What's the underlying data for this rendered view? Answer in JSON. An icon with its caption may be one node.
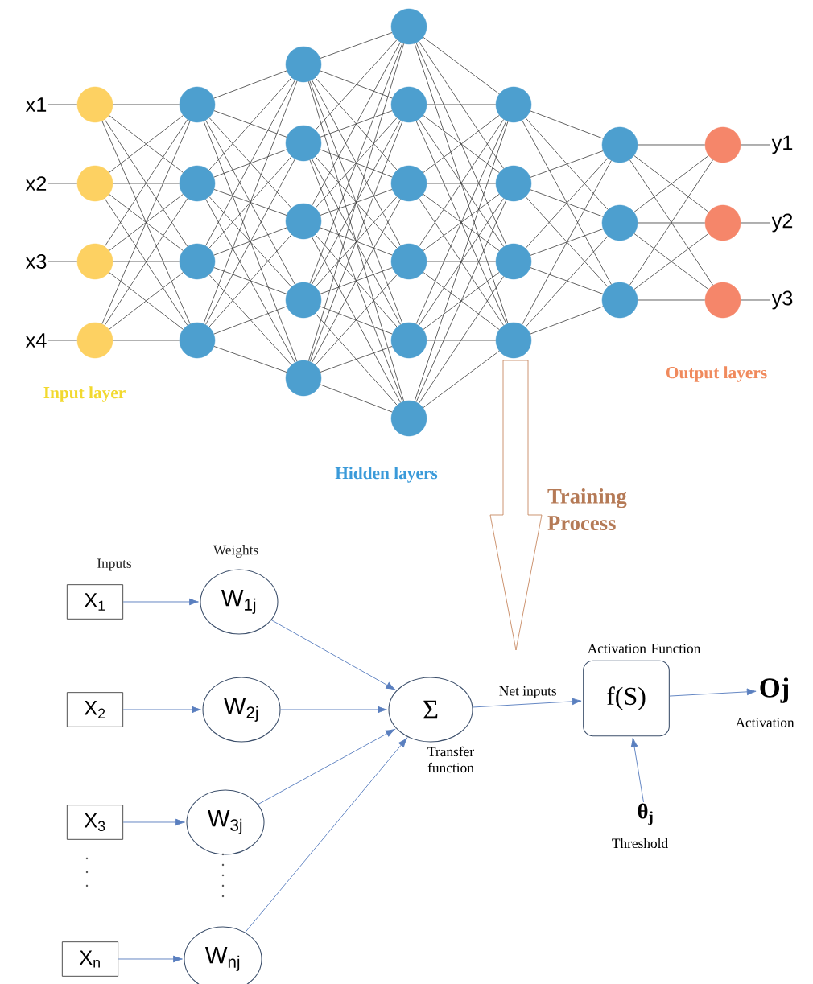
{
  "diagram": {
    "nodes": [
      {
        "text": [
          "x1"
        ]
      },
      {
        "text": [
          "x2"
        ]
      },
      {
        "text": [
          "x3"
        ]
      },
      {
        "text": [
          "x4"
        ]
      },
      {
        "text": [
          "y1"
        ]
      },
      {
        "text": [
          "y2"
        ]
      },
      {
        "text": [
          "y3"
        ]
      },
      {
        "text": [],
        "shape": "circle"
      },
      {
        "text": [],
        "shape": "circle"
      },
      {
        "text": [],
        "shape": "circle"
      },
      {
        "text": [],
        "shape": "circle"
      },
      {
        "text": [],
        "shape": "circle"
      },
      {
        "text": [],
        "shape": "circle"
      },
      {
        "text": [],
        "shape": "circle"
      },
      {
        "text": [],
        "shape": "circle"
      },
      {
        "text": [],
        "shape": "circle"
      },
      {
        "text": [],
        "shape": "circle"
      },
      {
        "text": [],
        "shape": "circle"
      },
      {
        "text": [],
        "shape": "circle"
      },
      {
        "text": [],
        "shape": "circle"
      },
      {
        "text": [],
        "shape": "circle"
      },
      {
        "text": [],
        "shape": "circle"
      },
      {
        "text": [],
        "shape": "circle"
      },
      {
        "text": [],
        "shape": "circle"
      },
      {
        "text": [],
        "shape": "circle"
      },
      {
        "text": [],
        "shape": "circle"
      },
      {
        "text": [],
        "shape": "circle"
      },
      {
        "text": [],
        "shape": "circle"
      },
      {
        "text": [],
        "shape": "circle"
      },
      {
        "text": [],
        "shape": "circle"
      },
      {
        "text": [],
        "shape": "circle"
      },
      {
        "text": [],
        "shape": "circle"
      },
      {
        "text": [],
        "shape": "circle"
      },
      {
        "text": [],
        "shape": "circle"
      },
      {
        "text": [],
        "shape": "circle"
      },
      {
        "text": [],
        "shape": "circle"
      },
      {
        "text": [
          "X$_{1}$"
        ]
      },
      {
        "text": [
          "W$_{1j}$"
        ]
      },
      {
        "text": [
          "X$_{2}$"
        ]
      },
      {
        "text": [
          "W$_{2j}$"
        ]
      },
      {
        "text": [
          "Σ"
        ],
        "beside": [
          "Transfer function"
        ]
      },
      {
        "text": [
          "f(S)"
        ],
        "beside": [
          "Activation Function"
        ]
      },
      {
        "text": [
          "Oj"
        ],
        "beside": [
          "Activation"
        ]
      },
      {
        "text": [
          "X$_{3}$"
        ]
      },
      {
        "text": [
          "W$_{3j}$"
        ]
      },
      {
        "text": [
          "θ$_{j}$"
        ],
        "beside": [
          "Threshold"
        ]
      },
      {
        "text": [
          "X$_{n}$"
        ]
      },
      {
        "text": [
          "W$_{nj}$"
        ]
      }
    ],
    "edges": [
      {
        "from": 0,
        "to": 7,
        "arrow": "none"
      },
      {
        "from": 1,
        "to": 8,
        "arrow": "none"
      },
      {
        "from": 2,
        "to": 9,
        "arrow": "none"
      },
      {
        "from": 3,
        "to": 10,
        "arrow": "none"
      },
      {
        "from": 7,
        "to": 11,
        "arrow": "none"
      },
      {
        "from": 7,
        "to": 12,
        "arrow": "none"
      },
      {
        "from": 7,
        "to": 13,
        "arrow": "none"
      },
      {
        "from": 7,
        "to": 14,
        "arrow": "none"
      },
      {
        "from": 8,
        "to": 11,
        "arrow": "none"
      },
      {
        "from": 8,
        "to": 12,
        "arrow": "none"
      },
      {
        "from": 8,
        "to": 13,
        "arrow": "none"
      },
      {
        "from": 8,
        "to": 14,
        "arrow": "none"
      },
      {
        "from": 9,
        "to": 11,
        "arrow": "none"
      },
      {
        "from": 9,
        "to": 12,
        "arrow": "none"
      },
      {
        "from": 9,
        "to": 13,
        "arrow": "none"
      },
      {
        "from": 9,
        "to": 14,
        "arrow": "none"
      },
      {
        "from": 10,
        "to": 11,
        "arrow": "none"
      },
      {
        "from": 10,
        "to": 12,
        "arrow": "none"
      },
      {
        "from": 10,
        "to": 13,
        "arrow": "none"
      },
      {
        "from": 10,
        "to": 14,
        "arrow": "none"
      },
      {
        "from": 11,
        "to": 15,
        "arrow": "none"
      },
      {
        "from": 11,
        "to": 16,
        "arrow": "none"
      },
      {
        "from": 11,
        "to": 17,
        "arrow": "none"
      },
      {
        "from": 11,
        "to": 18,
        "arrow": "none"
      },
      {
        "from": 11,
        "to": 19,
        "arrow": "none"
      },
      {
        "from": 12,
        "to": 15,
        "arrow": "none"
      },
      {
        "from": 12,
        "to": 16,
        "arrow": "none"
      },
      {
        "from": 12,
        "to": 17,
        "arrow": "none"
      },
      {
        "from": 12,
        "to": 18,
        "arrow": "none"
      },
      {
        "from": 12,
        "to": 19,
        "arrow": "none"
      },
      {
        "from": 13,
        "to": 15,
        "arrow": "none"
      },
      {
        "from": 13,
        "to": 16,
        "arrow": "none"
      },
      {
        "from": 13,
        "to": 17,
        "arrow": "none"
      },
      {
        "from": 13,
        "to": 18,
        "arrow": "none"
      },
      {
        "from": 13,
        "to": 19,
        "arrow": "none"
      },
      {
        "from": 14,
        "to": 15,
        "arrow": "none"
      },
      {
        "from": 14,
        "to": 16,
        "arrow": "none"
      },
      {
        "from": 14,
        "to": 17,
        "arrow": "none"
      },
      {
        "from": 14,
        "to": 18,
        "arrow": "none"
      },
      {
        "from": 14,
        "to": 19,
        "arrow": "none"
      },
      {
        "from": 15,
        "to": 20,
        "arrow": "none"
      },
      {
        "from": 15,
        "to": 21,
        "arrow": "none"
      },
      {
        "from": 15,
        "to": 22,
        "arrow": "none"
      },
      {
        "from": 15,
        "to": 23,
        "arrow": "none"
      },
      {
        "from": 15,
        "to": 24,
        "arrow": "none"
      },
      {
        "from": 15,
        "to": 25,
        "arrow": "none"
      },
      {
        "from": 16,
        "to": 20,
        "arrow": "none"
      },
      {
        "from": 16,
        "to": 21,
        "arrow": "none"
      },
      {
        "from": 16,
        "to": 22,
        "arrow": "none"
      },
      {
        "from": 16,
        "to": 23,
        "arrow": "none"
      },
      {
        "from": 16,
        "to": 24,
        "arrow": "none"
      },
      {
        "from": 16,
        "to": 25,
        "arrow": "none"
      },
      {
        "from": 17,
        "to": 20,
        "arrow": "none"
      },
      {
        "from": 17,
        "to": 21,
        "arrow": "none"
      },
      {
        "from": 17,
        "to": 22,
        "arrow": "none"
      },
      {
        "from": 17,
        "to": 23,
        "arrow": "none"
      },
      {
        "from": 17,
        "to": 24,
        "arrow": "none"
      },
      {
        "from": 17,
        "to": 25,
        "arrow": "none"
      },
      {
        "from": 18,
        "to": 20,
        "arrow": "none"
      },
      {
        "from": 18,
        "to": 21,
        "arrow": "none"
      },
      {
        "from": 18,
        "to": 22,
        "arrow": "none"
      },
      {
        "from": 18,
        "to": 23,
        "arrow": "none"
      },
      {
        "from": 18,
        "to": 24,
        "arrow": "none"
      },
      {
        "from": 18,
        "to": 25,
        "arrow": "none"
      },
      {
        "from": 19,
        "to": 20,
        "arrow": "none"
      },
      {
        "from": 19,
        "to": 21,
        "arrow": "none"
      },
      {
        "from": 19,
        "to": 22,
        "arrow": "none"
      },
      {
        "from": 19,
        "to": 23,
        "arrow": "none"
      },
      {
        "from": 19,
        "to": 24,
        "arrow": "none"
      },
      {
        "from": 19,
        "to": 25,
        "arrow": "none"
      },
      {
        "from": 20,
        "to": 26,
        "arrow": "none"
      },
      {
        "from": 20,
        "to": 27,
        "arrow": "none"
      },
      {
        "from": 20,
        "to": 28,
        "arrow": "none"
      },
      {
        "from": 20,
        "to": 29,
        "arrow": "none"
      },
      {
        "from": 21,
        "to": 26,
        "arrow": "none"
      },
      {
        "from": 21,
        "to": 27,
        "arrow": "none"
      },
      {
        "from": 21,
        "to": 28,
        "arrow": "none"
      },
      {
        "from": 21,
        "to": 29,
        "arrow": "none"
      },
      {
        "from": 22,
        "to": 26,
        "arrow": "none"
      },
      {
        "from": 22,
        "to": 27,
        "arrow": "none"
      },
      {
        "from": 22,
        "to": 28,
        "arrow": "none"
      },
      {
        "from": 22,
        "to": 29,
        "arrow": "none"
      },
      {
        "from": 23,
        "to": 26,
        "arrow": "none"
      },
      {
        "from": 23,
        "to": 27,
        "arrow": "none"
      },
      {
        "from": 23,
        "to": 28,
        "arrow": "none"
      },
      {
        "from": 23,
        "to": 29,
        "arrow": "none"
      },
      {
        "from": 24,
        "to": 26,
        "arrow": "none"
      },
      {
        "from": 24,
        "to": 27,
        "arrow": "none"
      },
      {
        "from": 24,
        "to": 28,
        "arrow": "none"
      },
      {
        "from": 24,
        "to": 29,
        "arrow": "none"
      },
      {
        "from": 25,
        "to": 26,
        "arrow": "none"
      },
      {
        "from": 25,
        "to": 27,
        "arrow": "none"
      },
      {
        "from": 25,
        "to": 28,
        "arrow": "none"
      },
      {
        "from": 25,
        "to": 29,
        "arrow": "none"
      },
      {
        "from": 26,
        "to": 30,
        "arrow": "none"
      },
      {
        "from": 26,
        "to": 31,
        "arrow": "none"
      },
      {
        "from": 26,
        "to": 32,
        "arrow": "none"
      },
      {
        "from": 27,
        "to": 30,
        "arrow": "none"
      },
      {
        "from": 27,
        "to": 31,
        "arrow": "none"
      },
      {
        "from": 27,
        "to": 32,
        "arrow": "none"
      },
      {
        "from": 28,
        "to": 30,
        "arrow": "none"
      },
      {
        "from": 28,
        "to": 31,
        "arrow": "none"
      },
      {
        "from": 28,
        "to": 32,
        "arrow": "none"
      },
      {
        "from": 29,
        "to": 30,
        "arrow": "none"
      },
      {
        "from": 29,
        "to": 31,
        "arrow": "none"
      },
      {
        "from": 29,
        "to": 32,
        "arrow": "none"
      },
      {
        "from": 30,
        "to": 33,
        "arrow": "none"
      },
      {
        "from": 30,
        "to": 34,
        "arrow": "none"
      },
      {
        "from": 30,
        "to": 35,
        "arrow": "none"
      },
      {
        "from": 31,
        "to": 33,
        "arrow": "none"
      },
      {
        "from": 31,
        "to": 34,
        "arrow": "none"
      },
      {
        "from": 31,
        "to": 35,
        "arrow": "none"
      },
      {
        "from": 32,
        "to": 33,
        "arrow": "none"
      },
      {
        "from": 32,
        "to": 34,
        "arrow": "none"
      },
      {
        "from": 32,
        "to": 35,
        "arrow": "none"
      },
      {
        "from": 33,
        "to": 4,
        "arrow": "none"
      },
      {
        "from": 34,
        "to": 5,
        "arrow": "none"
      },
      {
        "from": 35,
        "to": 6,
        "arrow": "none"
      },
      {
        "from": 36,
        "to": 37,
        "arrow": "to",
        "color": "#5a7fbf"
      },
      {
        "from": 38,
        "to": 39,
        "arrow": "to",
        "color": "#5a7fbf"
      },
      {
        "from": 43,
        "to": 44,
        "arrow": "to",
        "color": "#5a7fbf"
      },
      {
        "from": 46,
        "to": 47,
        "arrow": "to",
        "color": "#5a7fbf"
      },
      {
        "from": 37,
        "to": 40,
        "arrow": "to",
        "color": "#5a7fbf"
      },
      {
        "from": 39,
        "to": 40,
        "arrow": "to",
        "color": "#5a7fbf"
      },
      {
        "from": 44,
        "to": 40,
        "arrow": "to",
        "color": "#5a7fbf"
      },
      {
        "from": 47,
        "to": 40,
        "arrow": "to",
        "color": "#5a7fbf"
      },
      {
        "from": 40,
        "to": 41,
        "arrow": "to",
        "color": "#5a7fbf",
        "label": "Net inputs"
      },
      {
        "from": 41,
        "to": 42,
        "arrow": "to",
        "color": "#5a7fbf"
      },
      {
        "from": 45,
        "to": 41,
        "arrow": "to",
        "color": "#5a7fbf"
      }
    ],
    "labels": [
      "Output layers",
      "Input layer",
      "Hidden layers",
      "Training Process",
      "Weights",
      "Inputs"
    ]
  }
}
